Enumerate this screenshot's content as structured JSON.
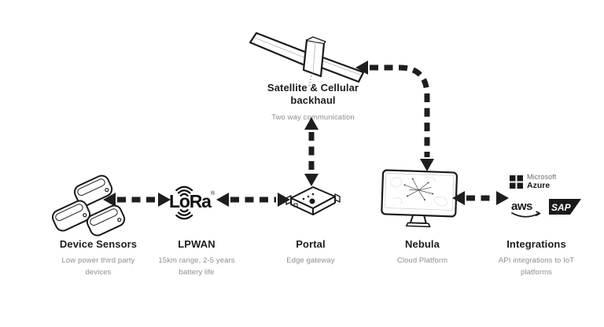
{
  "nodes": {
    "device_sensors": {
      "title": "Device Sensors",
      "subtitle": "Low power third party devices"
    },
    "lpwan": {
      "title": "LPWAN",
      "subtitle": "15km range, 2-5 years battery life"
    },
    "portal": {
      "title": "Portal",
      "subtitle": "Edge gateway"
    },
    "satellite": {
      "title_line1": "Satellite & Cellular",
      "title_line2": "backhaul",
      "subtitle": "Two way communication"
    },
    "nebula": {
      "title": "Nebula",
      "subtitle": "Cloud Platform"
    },
    "integrations": {
      "title": "Integrations",
      "subtitle": "API integrations to IoT platforms"
    }
  },
  "logos": {
    "lora": {
      "text": "LoRa",
      "registered": "®"
    },
    "microsoft_azure": {
      "line1": "Microsoft",
      "line2": "Azure"
    },
    "aws": {
      "text": "aws"
    },
    "sap": {
      "text": "SAP"
    }
  },
  "colors": {
    "background": "#ffffff",
    "ink": "#1d1d1f",
    "muted": "#8e8e8e",
    "arrow": "#1e1e1e"
  }
}
